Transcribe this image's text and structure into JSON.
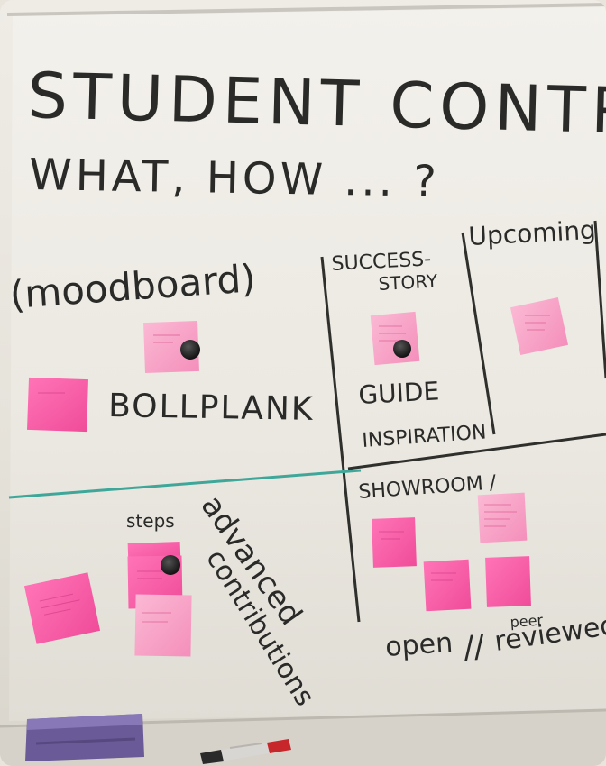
{
  "board": {
    "title_line1": "STUDENT CONTRI",
    "title_line2": "WHAT, HOW ... ?",
    "moodboard": "(moodboard)",
    "bollplank": "BOLLPLANK",
    "success_story_1": "SUCCESS-",
    "success_story_2": "STORY",
    "upcoming": "Upcoming",
    "guide": "GUIDE",
    "inspiration": "INSPIRATION",
    "showroom": "SHOWROOM /",
    "steps": "steps",
    "advanced": "advanced",
    "contributions": "contributions",
    "open": "open",
    "slashes": "//",
    "peer": "peer",
    "reviewed": "reviewed"
  },
  "colors": {
    "board": "#eceae4",
    "marker_black": "#2a2a28",
    "marker_green": "#3fa79a",
    "sticky_pink": "#f7a8c8",
    "sticky_hot_pink": "#f95aa8",
    "magnet": "#151515",
    "eraser": "#6a5a98"
  }
}
